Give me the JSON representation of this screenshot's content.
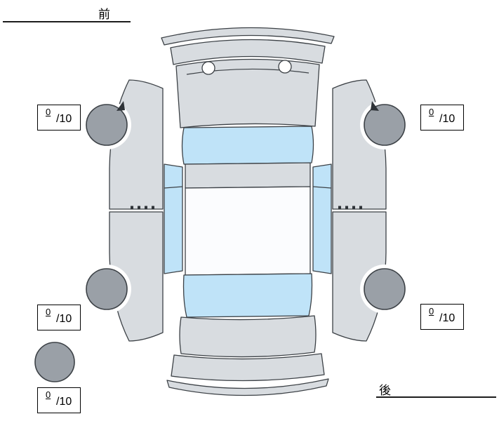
{
  "labels": {
    "front": "前",
    "rear": "後"
  },
  "scores": {
    "front_left": {
      "value": "0",
      "max": "/10"
    },
    "front_right": {
      "value": "0",
      "max": "/10"
    },
    "rear_left": {
      "value": "0",
      "max": "/10"
    },
    "rear_right": {
      "value": "0",
      "max": "/10"
    },
    "spare": {
      "value": "0",
      "max": "/10"
    }
  },
  "colors": {
    "body": "#d8dce0",
    "glass": "#bfe3f8",
    "roof": "#fbfcfe",
    "wheel": "#9aa0a7",
    "outline": "#3c4146"
  }
}
